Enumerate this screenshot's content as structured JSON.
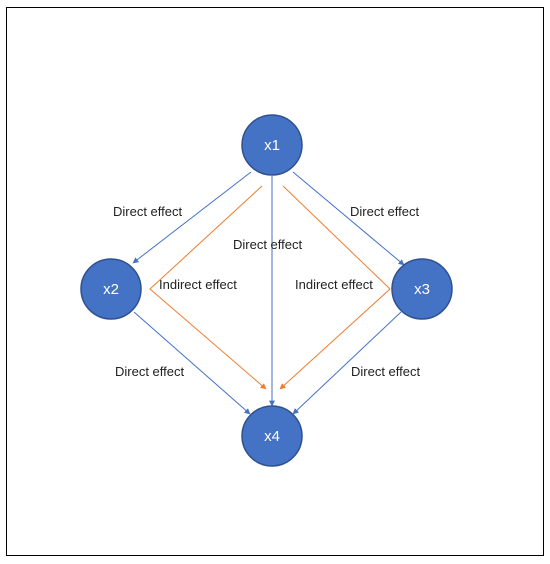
{
  "colors": {
    "node_fill": "#4472C4",
    "node_stroke": "#2F528F",
    "direct_edge": "#4472C4",
    "indirect_edge": "#ED7D31",
    "frame": "#000000",
    "background": "#FFFFFF"
  },
  "nodes": [
    {
      "id": "x1",
      "label": "x1"
    },
    {
      "id": "x2",
      "label": "x2"
    },
    {
      "id": "x3",
      "label": "x3"
    },
    {
      "id": "x4",
      "label": "x4"
    }
  ],
  "edges": [
    {
      "from": "x1",
      "to": "x2",
      "type": "direct",
      "label": "Direct effect"
    },
    {
      "from": "x1",
      "to": "x3",
      "type": "direct",
      "label": "Direct effect"
    },
    {
      "from": "x1",
      "to": "x4",
      "type": "direct",
      "label": "Direct effect"
    },
    {
      "from": "x2",
      "to": "x4",
      "type": "direct",
      "label": "Direct effect"
    },
    {
      "from": "x3",
      "to": "x4",
      "type": "direct",
      "label": "Direct effect"
    },
    {
      "from": "x1",
      "to": "x4",
      "via": "x2",
      "type": "indirect",
      "label": "Indirect effect"
    },
    {
      "from": "x1",
      "to": "x4",
      "via": "x3",
      "type": "indirect",
      "label": "Indirect effect"
    }
  ]
}
